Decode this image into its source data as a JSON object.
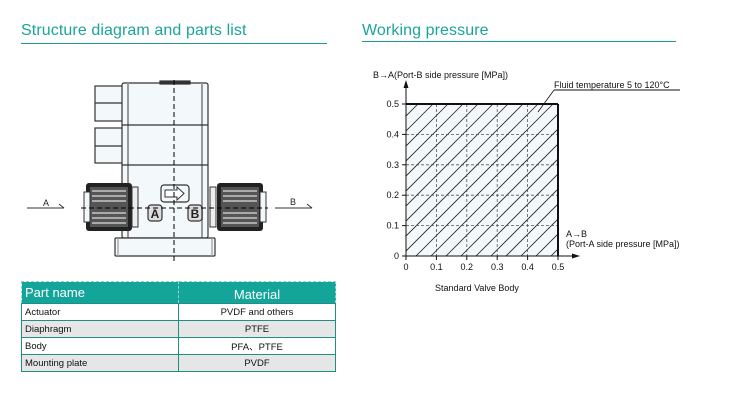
{
  "sections": {
    "left_title": "Structure diagram and parts list",
    "right_title": "Working pressure"
  },
  "diagram": {
    "port_labels": [
      "A",
      "B"
    ],
    "section_labels": [
      "A",
      "B"
    ],
    "flow_arrow_icon": "right-arrow-icon"
  },
  "parts_table": {
    "headers": [
      "Part name",
      "Material"
    ],
    "rows": [
      {
        "part": "Actuator",
        "material": "PVDF and others"
      },
      {
        "part": "Diaphragm",
        "material": "PTFE"
      },
      {
        "part": "Body",
        "material": "PFA、PTFE"
      },
      {
        "part": "Mounting plate",
        "material": "PVDF"
      }
    ]
  },
  "chart_data": {
    "type": "area",
    "title": "Standard Valve Body",
    "ylabel": "B→A(Port-B side pressure [MPa])",
    "xlabel_line1": "A→B",
    "xlabel_line2": "(Port-A side pressure [MPa])",
    "annotation": "Fluid temperature 5 to 120°C",
    "xlim": [
      0,
      0.5
    ],
    "ylim": [
      0,
      0.5
    ],
    "x_ticks": [
      "0",
      "0.1",
      "0.2",
      "0.3",
      "0.4",
      "0.5"
    ],
    "y_ticks": [
      "0",
      "0.1",
      "0.2",
      "0.3",
      "0.4",
      "0.5"
    ],
    "x_tick_values": [
      0,
      0.1,
      0.2,
      0.3,
      0.4,
      0.5
    ],
    "y_tick_values": [
      0,
      0.1,
      0.2,
      0.3,
      0.4,
      0.5
    ],
    "grid": true,
    "region": {
      "name": "Usable pressure range",
      "x": [
        0,
        0.5
      ],
      "y": [
        0,
        0.5
      ],
      "fill": "hatched"
    }
  }
}
